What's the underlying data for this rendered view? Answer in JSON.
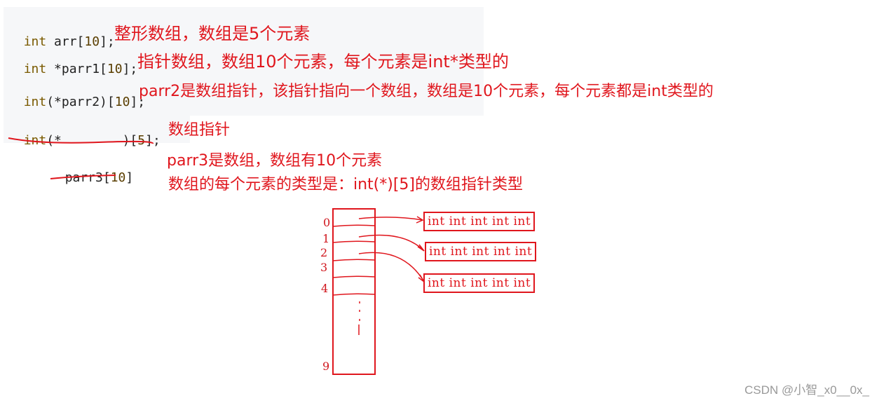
{
  "code": {
    "line1": {
      "kw": "int",
      "rest": " arr[",
      "num": "10",
      "end": "];"
    },
    "line2": {
      "kw": "int",
      "rest": " *parr1[",
      "num": "10",
      "end": "];"
    },
    "line3": {
      "kw": "int",
      "rest": "(*parr2)[",
      "num": "10",
      "end": "];"
    },
    "line4": {
      "kw": "int",
      "rest": "(*",
      "mid": "        )[",
      "num": "5",
      "end": "];"
    },
    "line5": {
      "rest": "parr3[",
      "num": "10",
      "end": "]"
    }
  },
  "notes": {
    "n1": "整形数组，数组是5个元素",
    "n2": "指针数组，数组10个元素，每个元素是int*类型的",
    "n3": "parr2是数组指针，该指针指向一个数组，数组是10个元素，每个元素都是int类型的",
    "n4": "数组指针",
    "n5": "parr3是数组，数组有10个元素",
    "n6": "数组的每个元素的类型是：int(*)[5]的数组指针类型"
  },
  "diagram": {
    "indices": [
      "0",
      "1",
      "2",
      "3",
      "4",
      "9"
    ],
    "dots": ":",
    "rows": [
      "int int int int int",
      "int int int int int",
      "int int int int int"
    ]
  },
  "watermark": "CSDN @小智_x0__0x_",
  "colors": {
    "annotation": "#e0161d",
    "code_bg": "#f6f7f9"
  }
}
